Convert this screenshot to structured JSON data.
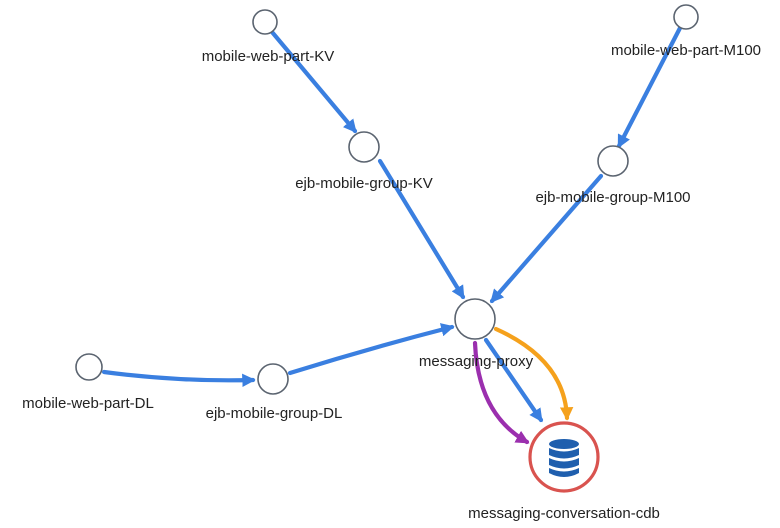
{
  "colors": {
    "edge_default": "#3a7fe0",
    "edge_orange": "#f5a11c",
    "edge_purple": "#9b2fae",
    "database_ring": "#d9534f",
    "database_icon": "#1f5fae",
    "node_stroke": "#5b6470"
  },
  "nodes": [
    {
      "id": "mw-kv",
      "label": "mobile-web-part-KV",
      "type": "service",
      "icon": "circle-icon"
    },
    {
      "id": "mw-m100",
      "label": "mobile-web-part-M100",
      "type": "service",
      "icon": "circle-icon"
    },
    {
      "id": "ejb-kv",
      "label": "ejb-mobile-group-KV",
      "type": "service",
      "icon": "circle-icon"
    },
    {
      "id": "ejb-m100",
      "label": "ejb-mobile-group-M100",
      "type": "service",
      "icon": "circle-icon"
    },
    {
      "id": "proxy",
      "label": "messaging-proxy",
      "type": "service",
      "icon": "circle-icon"
    },
    {
      "id": "mw-dl",
      "label": "mobile-web-part-DL",
      "type": "service",
      "icon": "circle-icon"
    },
    {
      "id": "ejb-dl",
      "label": "ejb-mobile-group-DL",
      "type": "service",
      "icon": "circle-icon"
    },
    {
      "id": "cdb",
      "label": "messaging-conversation-cdb",
      "type": "database",
      "icon": "database-icon"
    }
  ],
  "edges": [
    {
      "from": "mw-kv",
      "to": "ejb-kv",
      "color": "edge_default"
    },
    {
      "from": "mw-m100",
      "to": "ejb-m100",
      "color": "edge_default"
    },
    {
      "from": "ejb-kv",
      "to": "proxy",
      "color": "edge_default"
    },
    {
      "from": "ejb-m100",
      "to": "proxy",
      "color": "edge_default"
    },
    {
      "from": "mw-dl",
      "to": "ejb-dl",
      "color": "edge_default"
    },
    {
      "from": "ejb-dl",
      "to": "proxy",
      "color": "edge_default"
    },
    {
      "from": "proxy",
      "to": "cdb",
      "color": "edge_default"
    },
    {
      "from": "proxy",
      "to": "cdb",
      "color": "edge_orange"
    },
    {
      "from": "proxy",
      "to": "cdb",
      "color": "edge_purple"
    }
  ]
}
